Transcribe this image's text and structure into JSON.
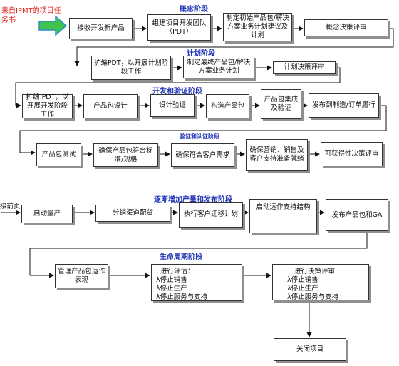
{
  "source_note": "来自IPMT的项目任务书",
  "phases": {
    "concept": "概念阶段",
    "plan": "计划阶段",
    "develop": "开发和验证阶段",
    "validate": "验证和认证阶段",
    "ramp": "逐渐增加产量和发布阶段",
    "lifecycle": "生命周期阶段"
  },
  "boxes": {
    "r1_1": "接收开发新产品",
    "r1_2": "组建项目开发团队（PDT）",
    "r1_3": "制定初始产品包/解决方案业务计划建议及计划",
    "r1_4": "概念决策评审",
    "r2_1": "扩编PDT，以开展计划阶段工作",
    "r2_2": "制定最终产品包/解决方案业务计划",
    "r2_3": "计划决策评审",
    "r3_1": "扩编 PDT，以开展开发阶段工作",
    "r3_2": "产品包设计",
    "r3_3": "设计验证",
    "r3_4": "构造产品包",
    "r3_5": "产品包集成及验证",
    "r3_6": "发布到制造/订单履行",
    "r4_1": "产品包测试",
    "r4_2": "确保产品包符合标准/规格",
    "r4_3": "确保符合客户需求",
    "r4_4": "确保营销、销售及客户支持准备就绪",
    "r4_5": "可获得性决策评审",
    "r5_1": "启动量产",
    "r5_2": "分销渠道配货",
    "r5_3": "执行客户迁移计划",
    "r5_4": "启动运作支持结构",
    "r5_5": "发布产品包和GA",
    "r6_1": "管理产品包运作表现",
    "r6_4": "关闭项目"
  },
  "evaluate": {
    "title": "进行评估：",
    "items": [
      "停止销售",
      "停止生产",
      "停止服务与支持"
    ]
  },
  "decision": {
    "title": "进行决策评审",
    "items": [
      "停止销售",
      "停止生产",
      "停止服务与支持"
    ]
  },
  "bullet": "λ",
  "side_label": "接前页",
  "colors": {
    "phase_text": "#1f33b5",
    "source_text": "#e0241c",
    "entry_arrow_fill": "#3fc24e",
    "entry_arrow_stroke": "#2b8ec9",
    "shadow": "#8f8f8f"
  }
}
